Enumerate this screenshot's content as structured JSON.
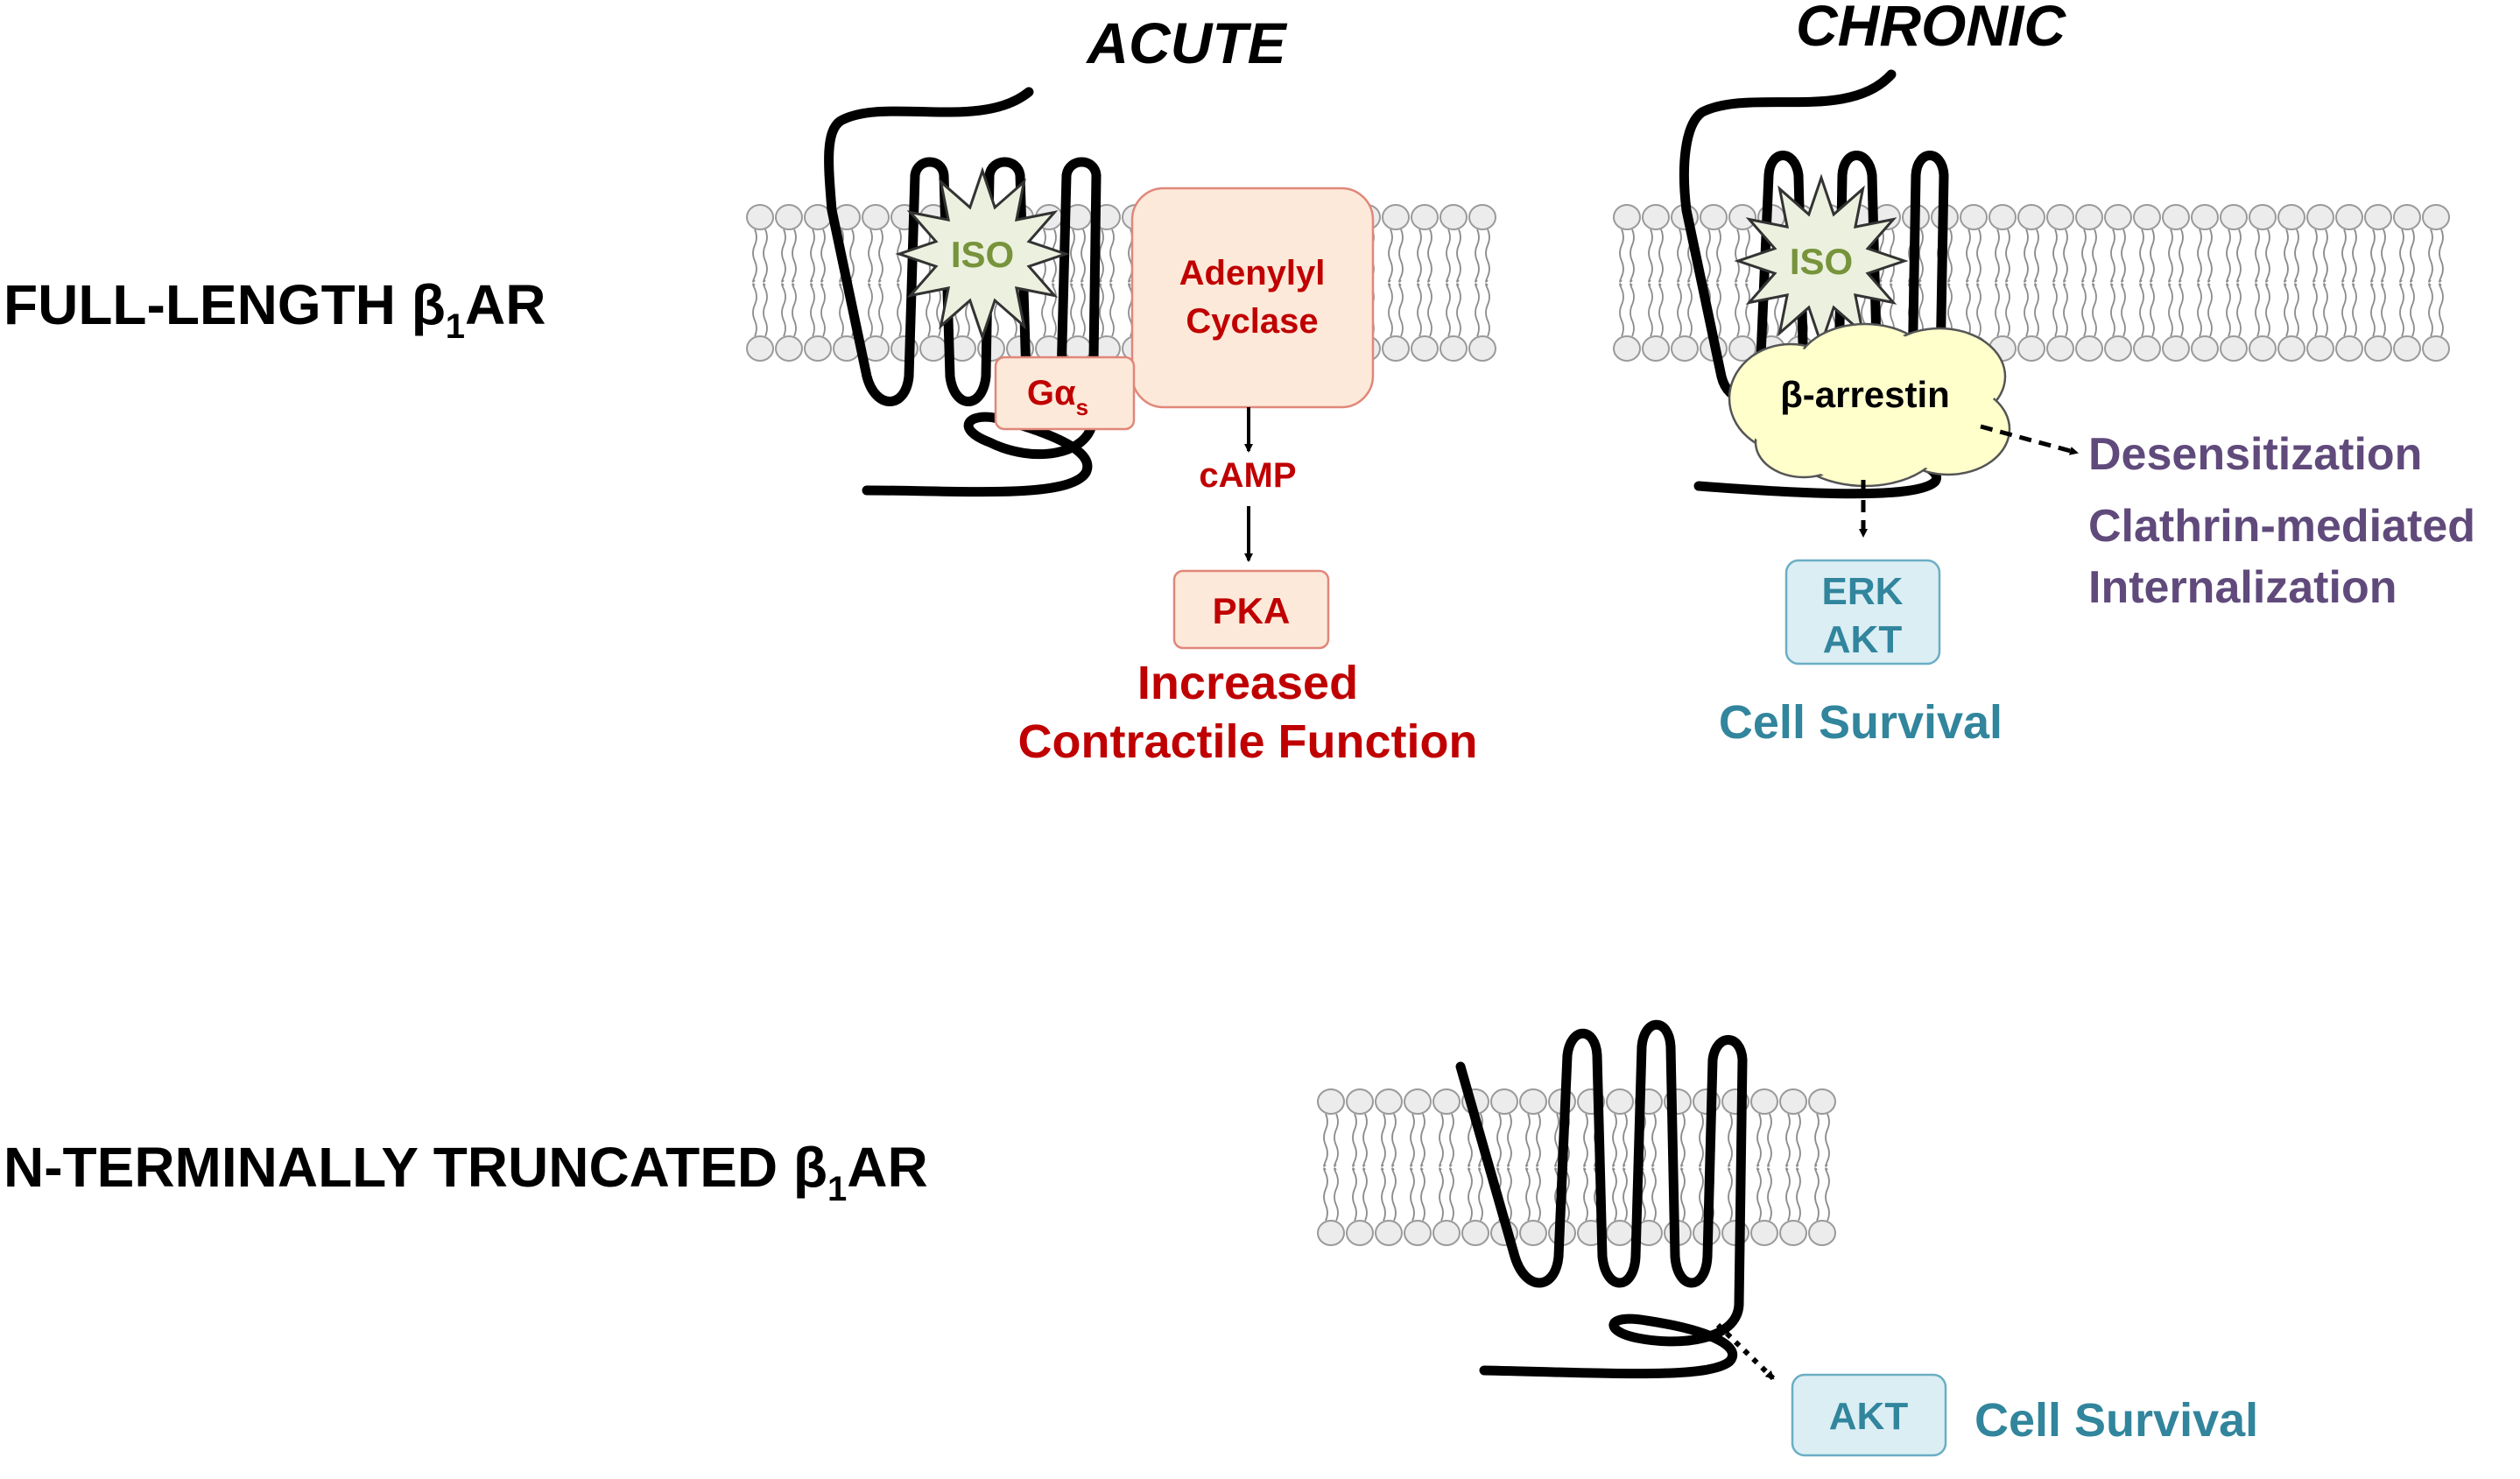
{
  "headers": {
    "acute": "ACUTE",
    "chronic": "CHRONIC"
  },
  "rows": {
    "full_length_prefix": "FULL-LENGTH β",
    "full_length_sub": "1",
    "full_length_suffix": "AR",
    "truncated_prefix": "N-TERMINALLY TRUNCATED β",
    "truncated_sub": "1",
    "truncated_suffix": "AR"
  },
  "acute": {
    "ligand": "ISO",
    "g_protein_main": "Gα",
    "g_protein_sub": "s",
    "cyclase_line1": "Adenylyl",
    "cyclase_line2": "Cyclase",
    "second_messenger": "cAMP",
    "kinase": "PKA",
    "outcome_line1": "Increased",
    "outcome_line2": "Contractile Function"
  },
  "chronic": {
    "ligand": "ISO",
    "arrestin": "β-arrestin",
    "effect1": "Desensitization",
    "effect2_line1": "Clathrin-mediated",
    "effect2_line2": "Internalization",
    "kinase_line1": "ERK",
    "kinase_line2": "AKT",
    "outcome": "Cell Survival"
  },
  "truncated": {
    "kinase": "AKT",
    "outcome": "Cell Survival"
  },
  "colors": {
    "acute_red": "#c00000",
    "chronic_teal": "#31859c",
    "chronic_purple": "#604a7b",
    "ligand_green": "#77933c",
    "ligand_fill": "#ebf1de",
    "arrestin_fill": "#ffffcc",
    "pink_box_fill": "#fde9d9",
    "blue_box_fill": "#dbeef4"
  },
  "icons": {
    "ligand": "starburst",
    "arrestin": "cloud",
    "membrane": "lipid-bilayer"
  }
}
